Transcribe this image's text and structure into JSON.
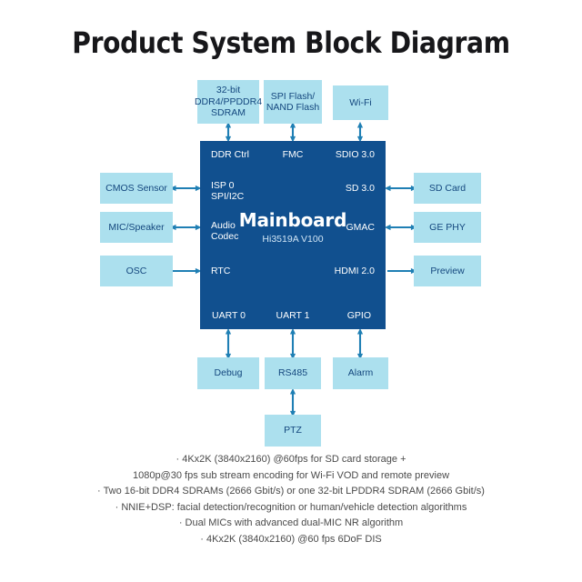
{
  "title": "Product System Block Diagram",
  "colors": {
    "mainboard_fill": "#11508f",
    "peripheral_fill": "#ace0ee",
    "peripheral_text": "#14477e",
    "arrow": "#1f7fb4",
    "title_text": "#17171a",
    "footer_text": "#4a4a4a",
    "page_background": "#ffffff"
  },
  "mainboard": {
    "name": "Mainboard",
    "chip": "Hi3519A V100",
    "ports": {
      "top": [
        {
          "label": "DDR Ctrl"
        },
        {
          "label": "FMC"
        },
        {
          "label": "SDIO 3.0"
        }
      ],
      "left": [
        {
          "label": "ISP 0\nSPI/I2C"
        },
        {
          "label": "Audio\nCodec"
        },
        {
          "label": "RTC"
        }
      ],
      "right": [
        {
          "label": "SD 3.0"
        },
        {
          "label": "GMAC"
        },
        {
          "label": "HDMI 2.0"
        }
      ],
      "bottom": [
        {
          "label": "UART 0"
        },
        {
          "label": "UART 1"
        },
        {
          "label": "GPIO"
        }
      ]
    }
  },
  "peripherals": {
    "top": [
      {
        "label": "32-bit\nDDR4/PPDDR4\nSDRAM",
        "connection": "bidirectional"
      },
      {
        "label": "SPI Flash/\nNAND Flash",
        "connection": "bidirectional"
      },
      {
        "label": "Wi-Fi",
        "connection": "bidirectional"
      }
    ],
    "left": [
      {
        "label": "CMOS Sensor",
        "connection": "bidirectional"
      },
      {
        "label": "MIC/Speaker",
        "connection": "bidirectional"
      },
      {
        "label": "OSC",
        "connection": "to-mainboard"
      }
    ],
    "right": [
      {
        "label": "SD Card",
        "connection": "bidirectional"
      },
      {
        "label": "GE PHY",
        "connection": "bidirectional"
      },
      {
        "label": "Preview",
        "connection": "from-mainboard"
      }
    ],
    "bottom": [
      {
        "label": "Debug",
        "connection": "bidirectional"
      },
      {
        "label": "RS485",
        "connection": "bidirectional"
      },
      {
        "label": "Alarm",
        "connection": "bidirectional"
      }
    ],
    "sub": [
      {
        "label": "PTZ",
        "connection": "bidirectional",
        "parent": "RS485"
      }
    ]
  },
  "footer": {
    "notes": [
      "· 4Kx2K (3840x2160) @60fps for SD card storage +",
      "1080p@30 fps sub stream encoding for Wi-Fi VOD and remote preview",
      "· Two 16-bit DDR4 SDRAMs (2666 Gbit/s) or one 32-bit LPDDR4 SDRAM (2666 Gbit/s)",
      "· NNIE+DSP: facial detection/recognition or human/vehicle detection algorithms",
      "· Dual MICs with advanced dual-MIC NR algorithm",
      "· 4Kx2K (3840x2160) @60 fps 6DoF DIS"
    ]
  }
}
